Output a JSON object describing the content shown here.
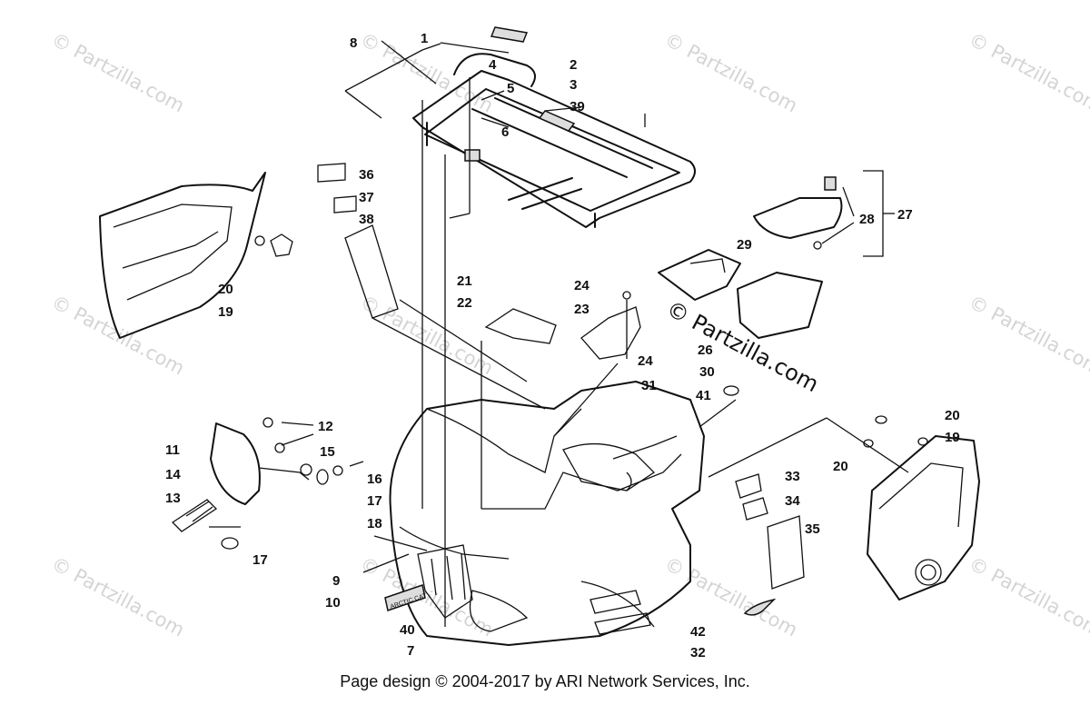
{
  "watermark": "© Partzilla.com",
  "overlay_watermark": "© Partzilla.com",
  "footer": "Page design © 2004-2017 by ARI Network Services, Inc.",
  "callouts": [
    "1",
    "2",
    "3",
    "4",
    "5",
    "6",
    "7",
    "8",
    "9",
    "10",
    "11",
    "12",
    "13",
    "14",
    "15",
    "16",
    "17",
    "17",
    "18",
    "19",
    "19",
    "20",
    "20",
    "20",
    "21",
    "22",
    "23",
    "24",
    "24",
    "26",
    "27",
    "28",
    "29",
    "30",
    "31",
    "32",
    "33",
    "34",
    "35",
    "36",
    "37",
    "38",
    "39",
    "40",
    "41",
    "42"
  ],
  "decal_text": "ARCTIC CAT"
}
